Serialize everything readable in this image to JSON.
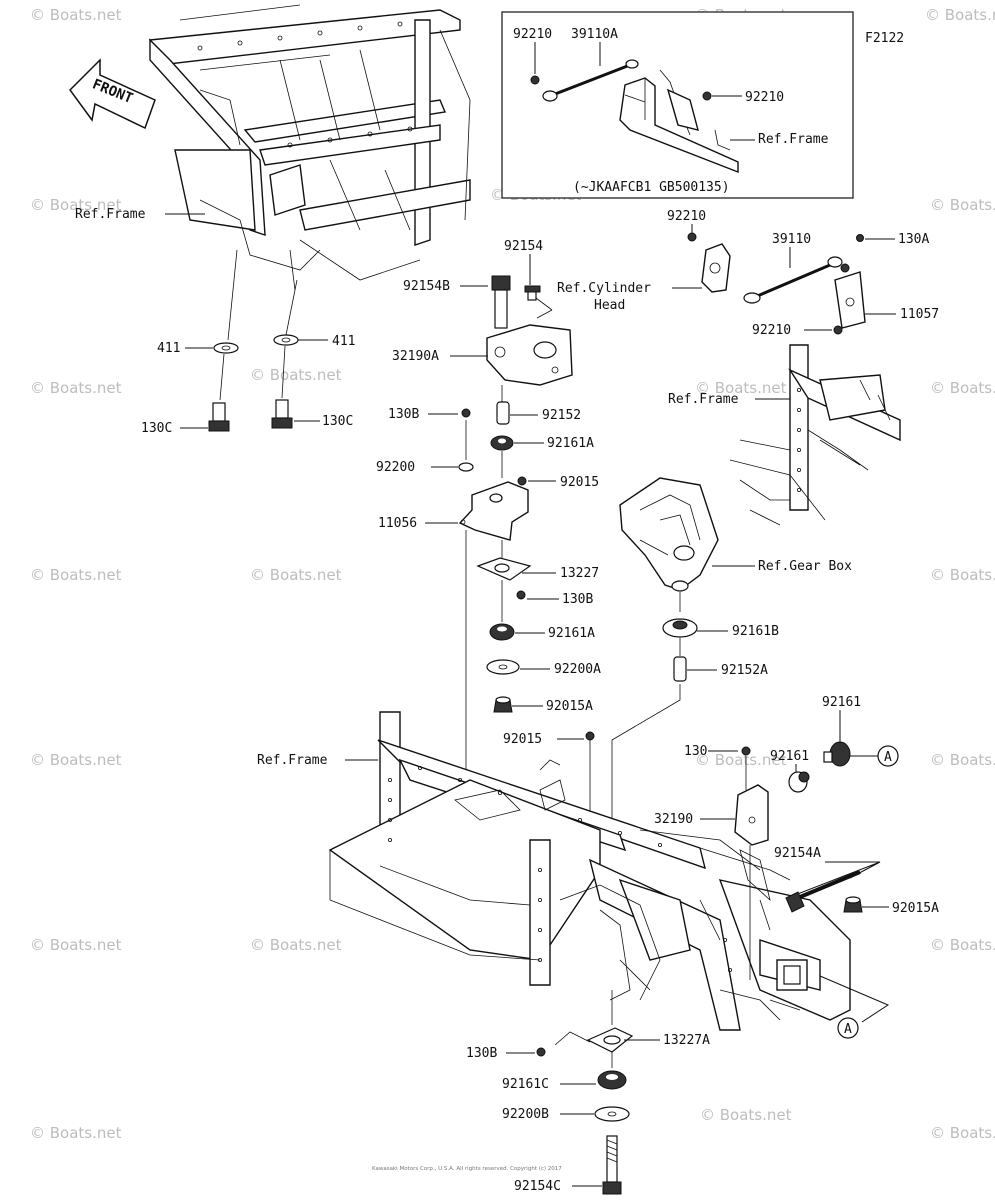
{
  "figure_code": "F2122",
  "inset_note": "(~JKAAFCB1 GB500135)",
  "front_label": "FRONT",
  "footer_text": "Kawasaki Motors Corp., U.S.A. All rights reserved. Copyright (c) 2017",
  "watermark": "© Boats.net",
  "labels": {
    "l92210a": "92210",
    "l39110a": "39110A",
    "l92210b": "92210",
    "lRefFrameInset": "Ref.Frame",
    "l92210c": "92210",
    "l39110": "39110",
    "l130A": "130A",
    "lRefCyl1": "Ref.Cylinder",
    "lRefCyl2": "Head",
    "l11057": "11057",
    "l92210d": "92210",
    "lRefFrameR": "Ref.Frame",
    "lRefFrameTL": "Ref.Frame",
    "l411a": "411",
    "l411b": "411",
    "l130Ca": "130C",
    "l130Cb": "130C",
    "l92154": "92154",
    "l92154B": "92154B",
    "l32190A": "32190A",
    "l130Ba": "130B",
    "l92152": "92152",
    "l92161Aa": "92161A",
    "l92200": "92200",
    "l92015a": "92015",
    "l11056": "11056",
    "l13227": "13227",
    "l130Bb": "130B",
    "lRefGear": "Ref.Gear Box",
    "l92161Ab": "92161A",
    "l92161B": "92161B",
    "l92200A": "92200A",
    "l92152A": "92152A",
    "l92015A": "92015A",
    "l92015b": "92015",
    "lRefFrameM": "Ref.Frame",
    "l92161a": "92161",
    "l92161b": "92161",
    "l130": "130",
    "lA1": "A",
    "l32190": "32190",
    "l92154A": "92154A",
    "l92015Ab": "92015A",
    "lA2": "A",
    "l130Bc": "130B",
    "l13227A": "13227A",
    "l92161C": "92161C",
    "l92200B": "92200B",
    "l92154C": "92154C"
  }
}
